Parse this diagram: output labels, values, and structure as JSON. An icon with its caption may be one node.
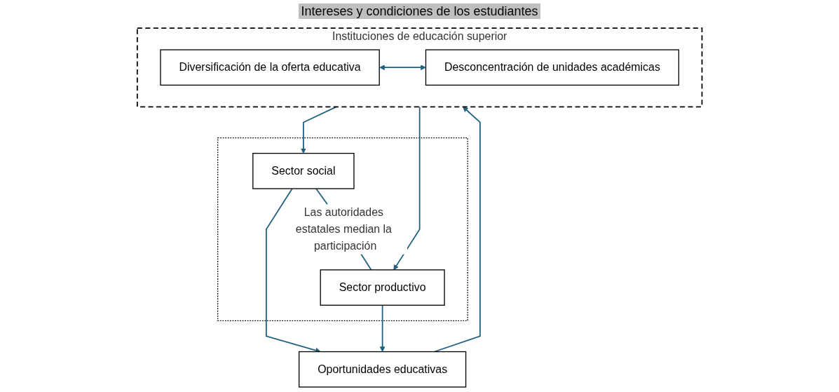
{
  "diagram": {
    "nodes": [
      {
        "text": [],
        "shape": "box"
      },
      {
        "text": [
          "Sector social"
        ],
        "in": 0
      },
      {
        "text": [
          "Sector productivo"
        ],
        "in": 0
      },
      {
        "text": [
          "Oportunidades educativas"
        ]
      },
      {
        "text": [
          "Instituciones de educación superior"
        ]
      },
      {
        "text": [
          "Diversificación de la oferta educativa"
        ],
        "in": 4
      },
      {
        "text": [
          "Desconcentración de unidades académicas"
        ],
        "in": 4
      }
    ],
    "edges": [
      {
        "from": 1,
        "to": 2,
        "arrow": "none",
        "label": "Las autoridades estatales median la participación"
      },
      {
        "from": 1,
        "to": 3,
        "arrow": "to"
      },
      {
        "from": 2,
        "to": 3,
        "arrow": "to"
      },
      {
        "from": 3,
        "to": 4,
        "arrow": "to"
      },
      {
        "from": 5,
        "to": 6,
        "arrow": "both"
      },
      {
        "from": 4,
        "to": 1,
        "arrow": "to"
      },
      {
        "from": 4,
        "to": 2,
        "arrow": "to"
      }
    ],
    "labels": [
      "Intereses y condiciones de los estudiantes"
    ]
  }
}
